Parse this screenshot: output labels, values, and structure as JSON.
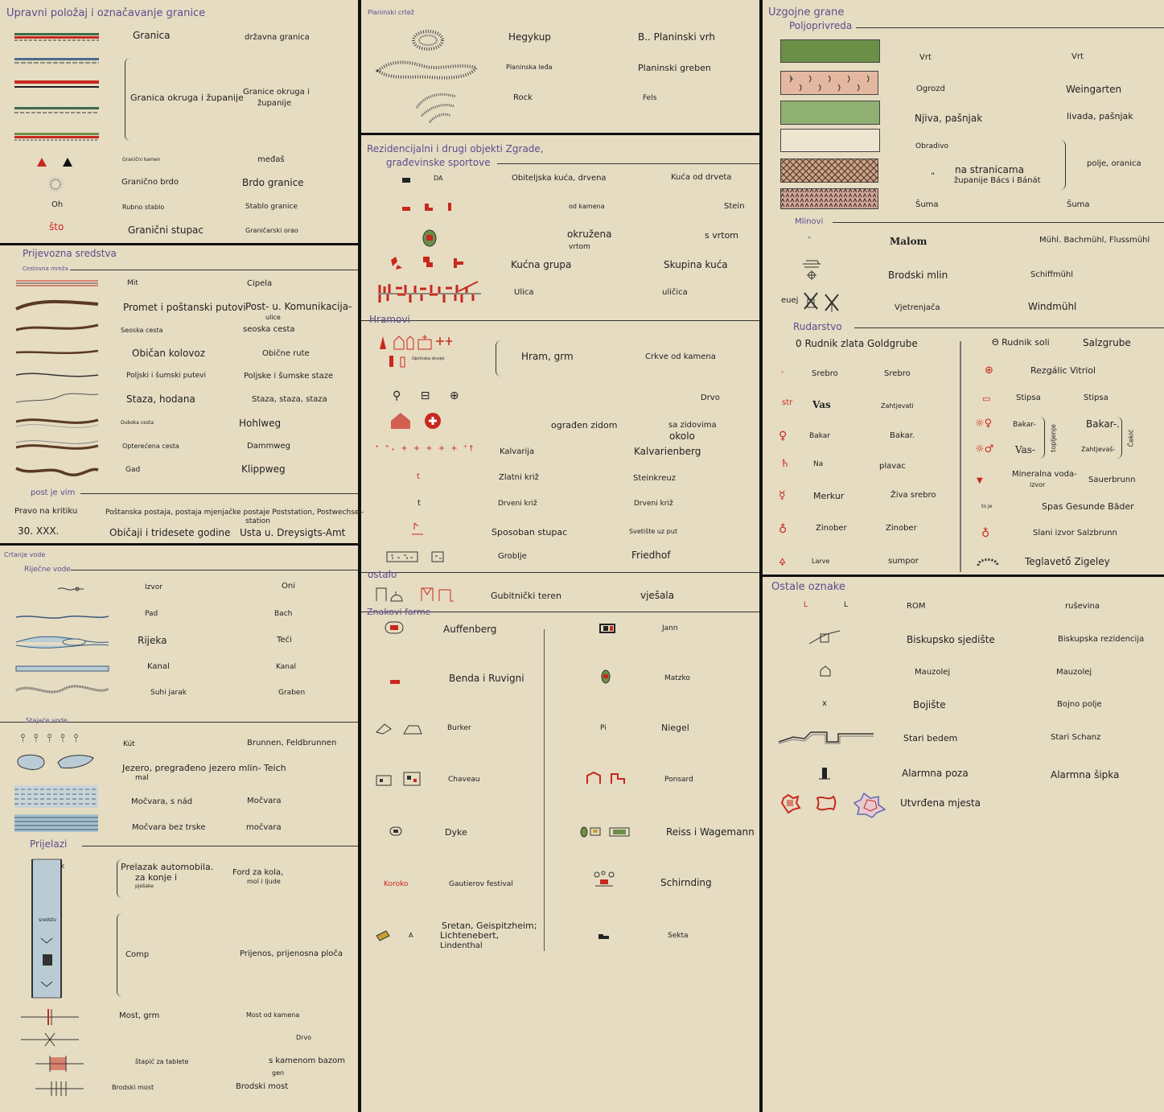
{
  "colors": {
    "paper": "#e6dcc2",
    "heading": "#5a4d8e",
    "red": "#c8281e",
    "green": "#6b8f47",
    "water": "#9fb8c8"
  },
  "col1": {
    "s1": {
      "title": "Upravni položaj i označavanje granice",
      "granica": "Granica",
      "drzavna": "državna granica",
      "okruga": "Granica okruga i županije",
      "okruga_r1": "Granice okruga i",
      "okruga_r2": "županije",
      "kamen": "Granični kamen",
      "medas": "međaš",
      "brdo": "Granično brdo",
      "brdo_r": "Brdo granice",
      "oh": "Oh",
      "rubno": "Rubno stablo",
      "stablo_r": "Stablo granice",
      "sto": "što",
      "stupac": "Granični stupac",
      "orao": "Graničarski orao"
    },
    "s2": {
      "title": "Prijevozna sredstva",
      "sub": "Cestovna mreža",
      "mit": "Mit",
      "cipela": "Cipela",
      "promet": "Promet i poštanski putovi",
      "post": "Post- u. Komunikacija-",
      "ulice": "ulice",
      "seoska": "Seoska cesta",
      "seoska_r": "seoska cesta",
      "kolovoz": "Običan kolovoz",
      "rute": "Obične rute",
      "poljski": "Poljski i šumski putevi",
      "poljske": "Poljske i šumske staze",
      "staza": "Staza, hodana",
      "staza_r": "Staza, staza, staza",
      "duboka": "Duboka cesta",
      "hohlweg": "Hohlweg",
      "opterecena": "Opterećena cesta",
      "dammweg": "Dammweg",
      "gad": "Gad",
      "klippweg": "Klippweg",
      "postvim": "post je vim",
      "pravo": "Pravo na kritiku",
      "postanska": "Poštanska postaja, postaja mjenjačke postaje Poststation, Postwechsel-",
      "station": "station",
      "xxx": "30. XXX.",
      "obicaji": "Običaji i tridesete godine",
      "usta": "Usta u. Dreysigts-Amt"
    },
    "s3": {
      "title": "Crtanje vode",
      "sub": "Riječne vode",
      "izvor": "Izvor",
      "oni": "Oni",
      "pad": "Pad",
      "bach": "Bach",
      "rijeka": "Rijeka",
      "teci": "Teći",
      "kanal": "Kanal",
      "kanal_r": "Kanal",
      "suhi": "Suhi jarak",
      "graben": "Graben",
      "sub2": "Stajaće vode",
      "kut": "Kút",
      "brunnen": "Brunnen, Feldbrunnen",
      "jezero": "Jezero, pregrađeno jezero mlin- Teich",
      "mal": "mal",
      "mocvara": "Močvara, s nád",
      "mocvara_r": "Močvara",
      "trske": "Močvara bez trske",
      "mocvara2": "močvara"
    },
    "s4": {
      "title": "Prijelazi",
      "k": "k",
      "prelazak": "Prelazak automobila.",
      "konje": "za konje i",
      "pjesake": "pješake",
      "ford": "Ford za kola,",
      "mol": "mol i ljude",
      "sredstv": "sredstv",
      "comp": "Comp",
      "prijenos": "Prijenos, prijenosna ploča",
      "most": "Most, grm",
      "most_k": "Most od kamena",
      "drvo": "Drvo",
      "stapic": "štapić za tablete",
      "kamenom": "s kamenom bazom",
      "gen": "gen",
      "brodski": "Brodski most",
      "brodski_r": "Brodski most"
    }
  },
  "col2": {
    "s1": {
      "title": "Planinski crtež",
      "hegykup": "Hegykup",
      "vrh": "B.. Planinski vrh",
      "leda": "Planinska leđa",
      "greben": "Planinski greben",
      "rock": "Rock",
      "fels": "Fels"
    },
    "s2": {
      "title1": "Rezidencijalni i drugi objekti Zgrade,",
      "title2": "građevinske sportove",
      "da": "DA",
      "obiteljska": "Obiteljska kuća, drvena",
      "kuca_drvo": "Kuća od drveta",
      "od_kamena": "od kamena",
      "stein": "Stein",
      "okruzena": "okružena",
      "vrtom": "vrtom",
      "s_vrtom": "s vrtom",
      "grupa": "Kućna grupa",
      "skupina": "Skupina kuća",
      "ulica": "Ulica",
      "ulicica": "uličica"
    },
    "s3": {
      "title": "Hramovi",
      "opcinska": "Općinska skvoje",
      "hram": "Hram, grm",
      "crkve": "Crkve od kamena",
      "drvo": "Drvo",
      "ograden": "ograđen zidom",
      "zidovima": "sa zidovima",
      "okolo": "okolo",
      "kalvarija": "Kalvarija",
      "kalvarienberg": "Kalvarienberg",
      "t1": "t",
      "zlatni": "Zlatni križ",
      "steinkreuz": "Steinkreuz",
      "t2": "t",
      "drveni": "Drveni križ",
      "drveni_r": "Drveni križ",
      "sposoban": "Sposoban stupac",
      "svetiste": "Svetište uz put",
      "groblje": "Groblje",
      "friedhof": "Friedhof"
    },
    "s4": {
      "title": "ostalo",
      "gubitnicki": "Gubitnički teren",
      "vjesala": "vješala"
    },
    "s5": {
      "title": "Znakovi farme",
      "auffenberg": "Auffenberg",
      "jann": "Jann",
      "benda": "Benda i Ruvigni",
      "matzko": "Matzko",
      "burker": "Burker",
      "pi": "Pi",
      "niegel": "Niegel",
      "chaveau": "Chaveau",
      "ponsard": "Ponsard",
      "dyke": "Dyke",
      "reiss": "Reiss i Wagemann",
      "koroko": "Koroko",
      "gautierov": "Gautierov festival",
      "schirnding": "Schirnding",
      "a": "A",
      "sretan1": "Sretan, Geispitzheim;",
      "sretan2": "Lichtenebert,",
      "sretan3": "Lindenthal",
      "sekta": "Sekta"
    }
  },
  "col3": {
    "s1": {
      "title": "Uzgojne grane",
      "sub": "Poljoprivreda",
      "vrt": "Vrt",
      "vrt_r": "Vrt",
      "ogrozd": "Ogrozd",
      "weingarten": "Weingarten",
      "njiva": "Njiva, pašnjak",
      "livada": "livada, pašnjak",
      "obradivo": "Obradivo",
      "quote": "„",
      "stranicama": "na stranicama",
      "zupanije": "županije Bács i Bánát",
      "polje": "polje, oranica",
      "suma": "Šuma",
      "suma_r": "Šuma",
      "mlinovi": "Mlinovi",
      "malom": "Malom",
      "muhl": "Mühl. Bachmühl, Flussmühl",
      "brodski": "Brodski mlin",
      "schiff": "Schiffmühl",
      "euej": "euej",
      "vjetrenjaca": "Vjetrenjača",
      "windmuhl": "Windmühl"
    },
    "s2": {
      "title": "Rudarstvo",
      "zlato": "0 Rudnik zlata Goldgrube",
      "srebro": "Srebro",
      "srebro_r": "Srebro",
      "str": "str",
      "vas": "Vas",
      "zahtjevati": "Zahtjevati",
      "bakar": "Bakar",
      "bakar_r": "Bakar.",
      "na": "Na",
      "plavac": "plavac",
      "merkur": "Merkur",
      "ziva": "Živa srebro",
      "zinober": "Zinober",
      "zinober_r": "Zinober",
      "larve": "Larve",
      "sumpor": "sumpor",
      "sol": "Θ Rudnik soli",
      "salzgrube": "Salzgrube",
      "rezgalic": "Rezgálic Vitriol",
      "stipsa": "Stipsa",
      "stipsa_r": "Stipsa",
      "bakar2": "Bakar-",
      "bakar2_r": "Bakar-.",
      "vas2": "Vas-",
      "zahtjevas": "Zahtjevaš-",
      "topljenje": "topljenje",
      "cekic": "Čekić",
      "mineralna": "Mineralna voda-",
      "izvor": "izvor",
      "sauerbrunn": "Sauerbrunn",
      "toje": "to je",
      "spas": "Spas Gesunde Bäder",
      "slani": "Slani izvor Salzbrunn",
      "teglaveto": "Teglavető Zigeley"
    },
    "s3": {
      "title": "Ostale oznake",
      "l1": "L",
      "l2": "L",
      "rom": "ROM",
      "rusevina": "ruševina",
      "biskupsko": "Biskupsko sjedište",
      "rezidencija": "Biskupska rezidencija",
      "mauzolej": "Mauzolej",
      "mauzolej_r": "Mauzolej",
      "x": "x",
      "bojiste": "Bojište",
      "bojno": "Bojno polje",
      "bedem": "Stari bedem",
      "schanz": "Stari Schanz",
      "alarmna": "Alarmna poza",
      "sipka": "Alarmna šipka",
      "utvrdena": "Utvrđena mjesta"
    }
  }
}
